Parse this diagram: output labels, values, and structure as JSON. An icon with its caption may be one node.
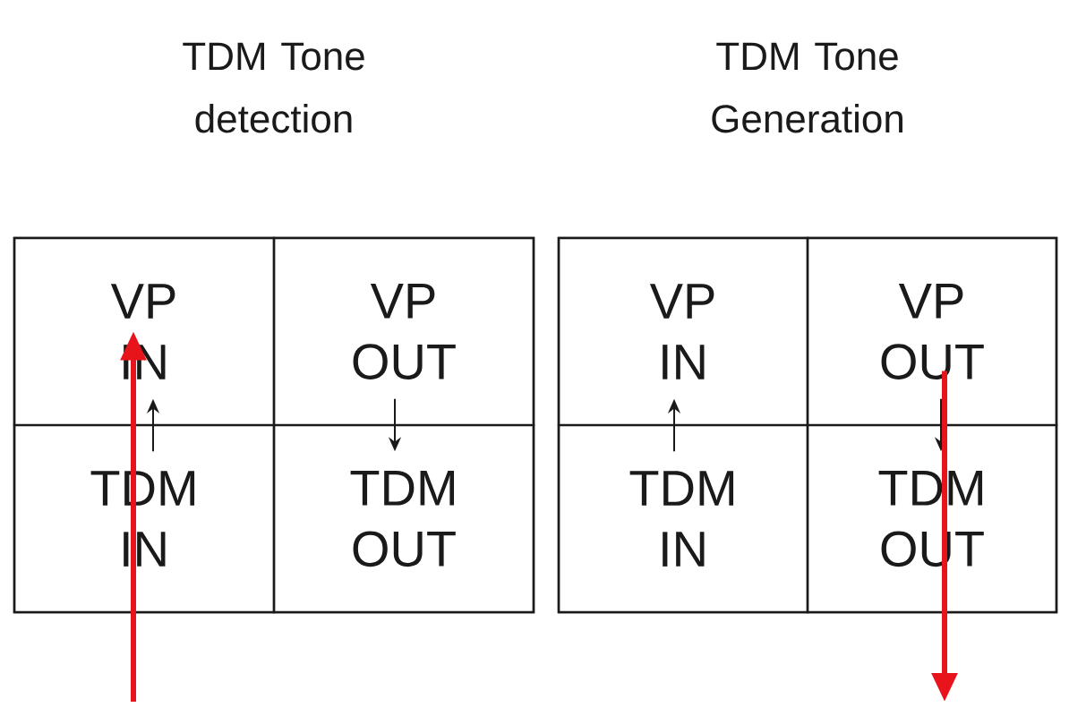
{
  "diagram": {
    "nodes": [
      {
        "text": [
          "TDM Tone detection"
        ]
      },
      {
        "text": [
          "VP IN"
        ],
        "in": 0
      },
      {
        "text": [
          "VP OUT"
        ],
        "in": 0
      },
      {
        "text": [
          "TDM IN"
        ],
        "in": 0
      },
      {
        "text": [
          "TDM OUT"
        ],
        "in": 0
      },
      {
        "text": [
          "TDM Tone Generation"
        ]
      },
      {
        "text": [
          "VP IN"
        ],
        "in": 5
      },
      {
        "text": [
          "VP OUT"
        ],
        "in": 5
      },
      {
        "text": [
          "TDM IN"
        ],
        "in": 5
      },
      {
        "text": [
          "TDM OUT"
        ],
        "in": 5
      }
    ],
    "edges": [
      {
        "from": 3,
        "to": 1,
        "arrow": "to"
      },
      {
        "from": 2,
        "to": 4,
        "arrow": "to"
      },
      {
        "from": null,
        "to": 1,
        "arrow": "to",
        "style": "thick",
        "color": "#e8141b"
      },
      {
        "from": 8,
        "to": 6,
        "arrow": "to"
      },
      {
        "from": 7,
        "to": 9,
        "arrow": "to"
      },
      {
        "from": 7,
        "to": null,
        "arrow": "to",
        "style": "thick",
        "color": "#e8141b"
      }
    ]
  }
}
